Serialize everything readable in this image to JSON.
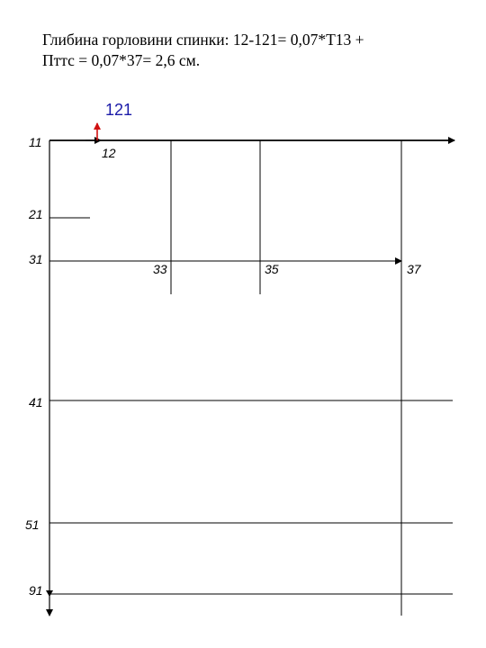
{
  "heading": {
    "line1": "Глибина горловини спинки: 12-121= 0,07*Т13 +",
    "line2": "Пттс = 0,07*37= 2,6 см."
  },
  "points": {
    "p121": "121",
    "p11": "11",
    "p12": "12",
    "p21": "21",
    "p31": "31",
    "p33": "33",
    "p35": "35",
    "p37": "37",
    "p41": "41",
    "p51": "51",
    "p91": "91"
  },
  "colors": {
    "line": "#000000",
    "accent_arrow": "#d01010",
    "label_121": "#1a1aa8"
  }
}
